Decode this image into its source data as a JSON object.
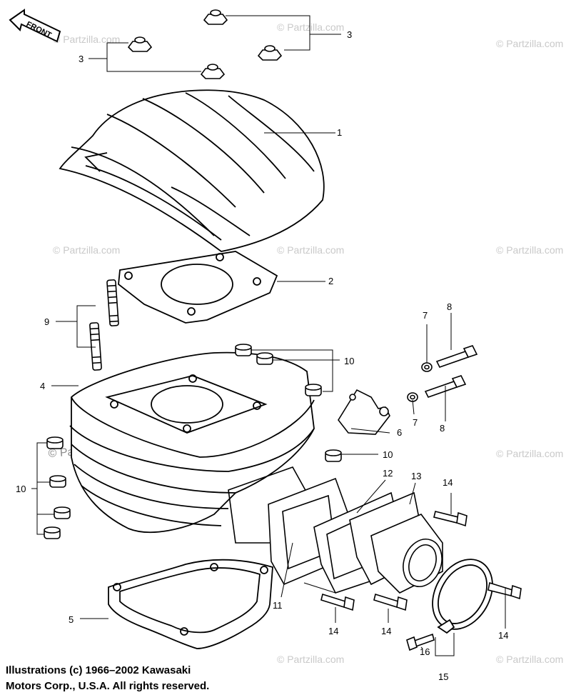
{
  "front_label": "FRONT",
  "watermark_text": "© Partzilla.com",
  "copyright": {
    "line1": "Illustrations (c) 1966–2002 Kawasaki",
    "line2": "Motors Corp., U.S.A.  All rights reserved."
  },
  "callouts": {
    "c1": "1",
    "c2": "2",
    "c3a": "3",
    "c3b": "3",
    "c4": "4",
    "c5": "5",
    "c6": "6",
    "c7a": "7",
    "c7b": "7",
    "c8a": "8",
    "c8b": "8",
    "c9": "9",
    "c10a": "10",
    "c10b": "10",
    "c10c": "10",
    "c11": "11",
    "c12": "12",
    "c13": "13",
    "c14a": "14",
    "c14b": "14",
    "c14c": "14",
    "c14d": "14",
    "c15": "15",
    "c16": "16"
  },
  "colors": {
    "ink": "#000000",
    "watermark": "#c9c9c9",
    "background": "#ffffff"
  }
}
